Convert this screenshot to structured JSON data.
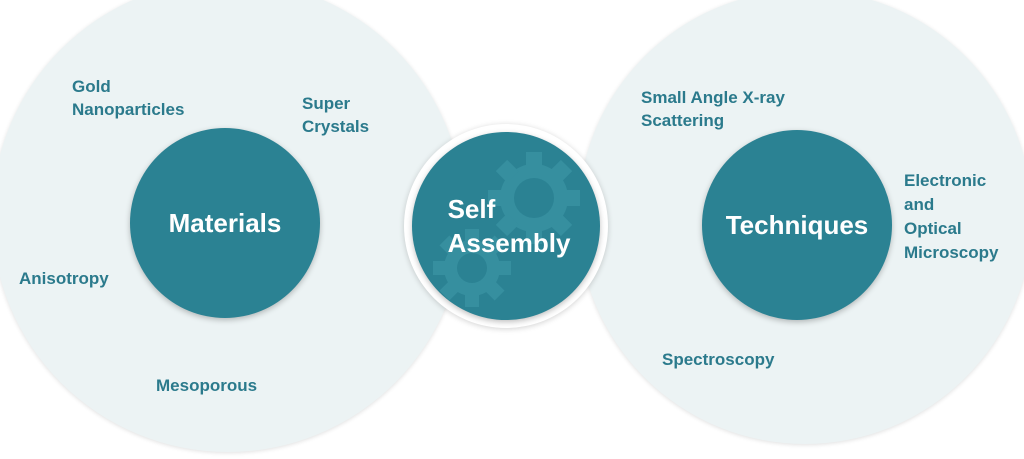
{
  "center": {
    "line1": "Self",
    "line2": "Assembly",
    "gear_icon": "gear-icon"
  },
  "materials": {
    "title": "Materials",
    "topics": {
      "gold": [
        "Gold",
        "Nanoparticles"
      ],
      "super": [
        "Super",
        "Crystals"
      ],
      "anisotropy": "Anisotropy",
      "mesoporous": "Mesoporous"
    }
  },
  "techniques": {
    "title": "Techniques",
    "topics": {
      "saxs": [
        "Small Angle X-ray",
        "Scattering"
      ],
      "microscopy": [
        "Electronic",
        "and",
        "Optical",
        "Microscopy"
      ],
      "spectroscopy": "Spectroscopy"
    }
  },
  "colors": {
    "hub": "#2b8293",
    "text": "#2b7a8c",
    "outer": "#ecf3f4",
    "gear": "#3b93a3"
  }
}
